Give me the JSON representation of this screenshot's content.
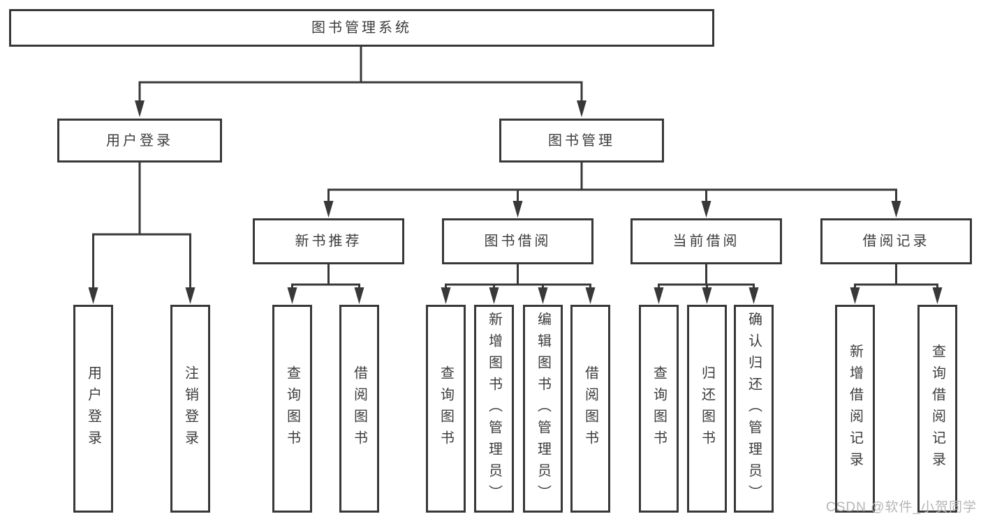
{
  "diagram": {
    "root": {
      "label": "图书管理系统"
    },
    "branches": [
      {
        "label": "用户登录",
        "children": [
          "用户登录",
          "注销登录"
        ]
      },
      {
        "label": "图书管理",
        "groups": [
          {
            "label": "新书推荐",
            "children": [
              "查询图书",
              "借阅图书"
            ]
          },
          {
            "label": "图书借阅",
            "children": [
              "查询图书",
              "新增图书（管理员）",
              "编辑图书（管理员）",
              "借阅图书"
            ]
          },
          {
            "label": "当前借阅",
            "children": [
              "查询图书",
              "归还图书",
              "确认归还（管理员）"
            ]
          },
          {
            "label": "借阅记录",
            "children": [
              "新增借阅记录",
              "查询借阅记录"
            ]
          }
        ]
      }
    ]
  },
  "watermark": {
    "text": "CSDN @软件_小贺同学"
  },
  "colors": {
    "line": "#383838",
    "text": "#3c3c3c",
    "background": "#ffffff",
    "watermark": "#b5b5b5"
  }
}
